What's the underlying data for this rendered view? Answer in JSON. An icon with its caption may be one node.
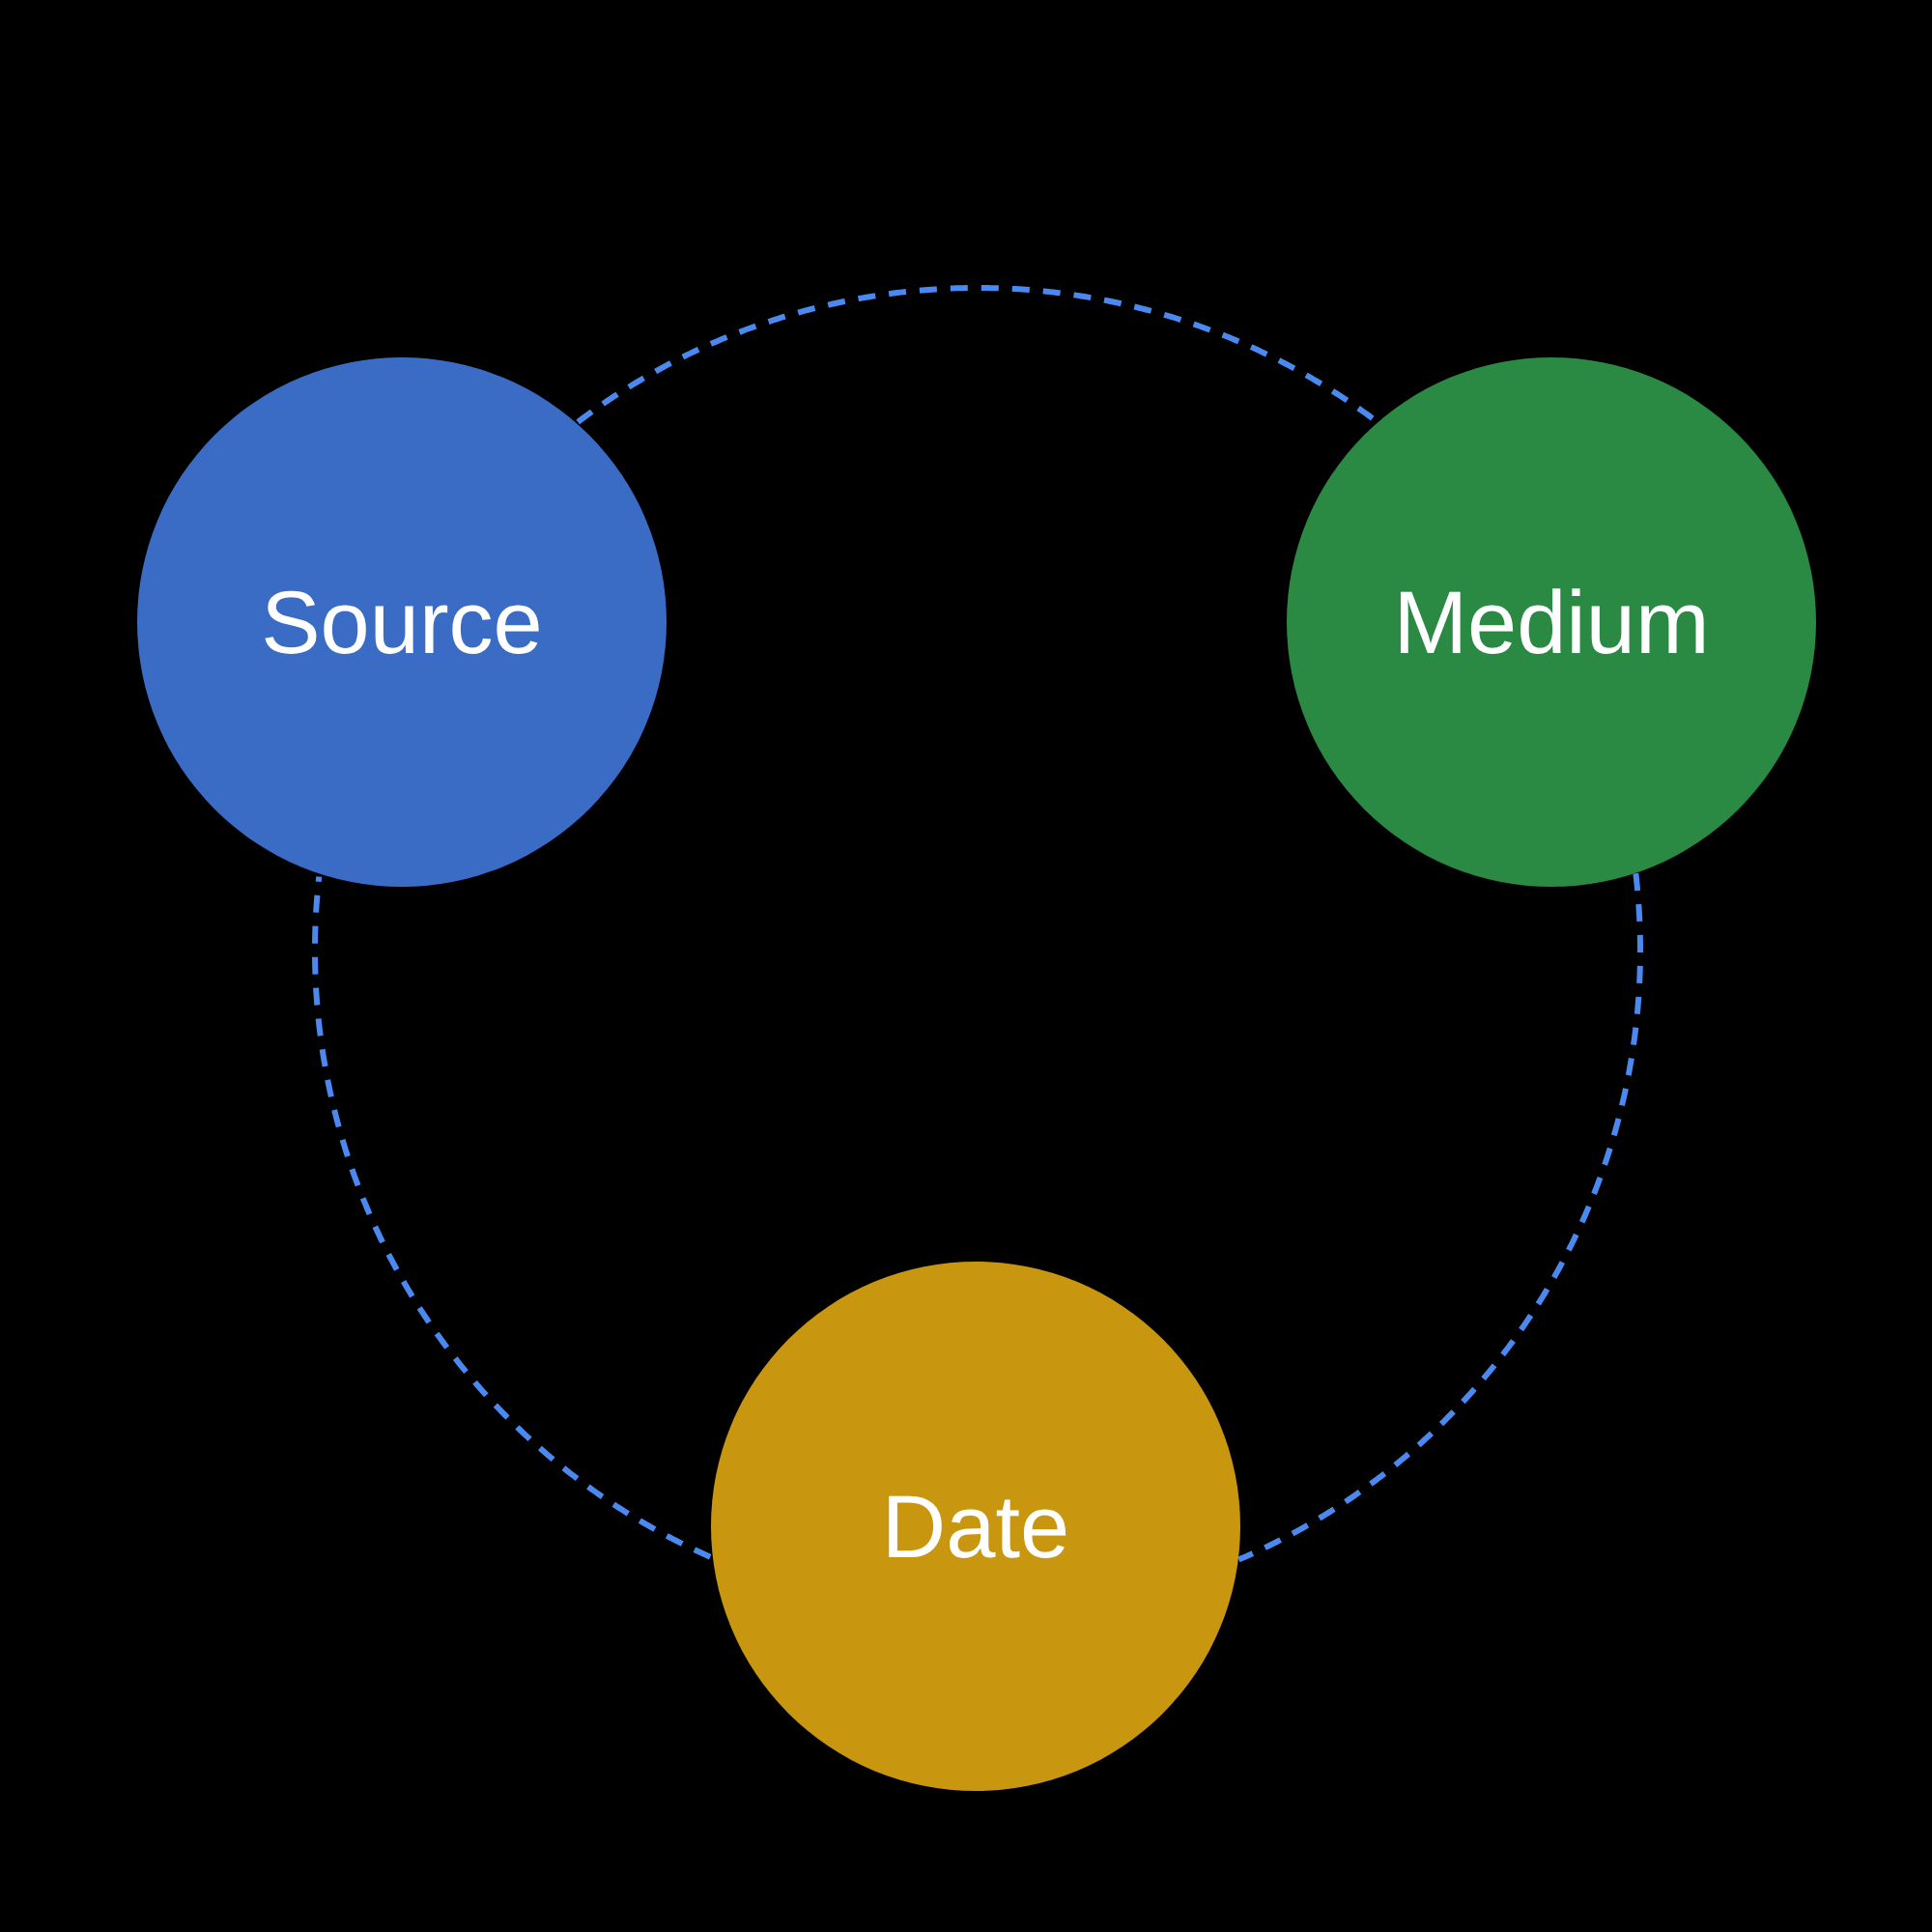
{
  "diagram": {
    "nodes": [
      {
        "text": [
          "Source"
        ]
      },
      {
        "text": [
          "Medium"
        ]
      },
      {
        "text": [
          "Date"
        ]
      }
    ],
    "edges": [
      {
        "from": 0,
        "to": 1,
        "arrow": "none",
        "style": "dashed"
      },
      {
        "from": 1,
        "to": 2,
        "arrow": "none",
        "style": "dashed"
      },
      {
        "from": 2,
        "to": 0,
        "arrow": "none",
        "style": "dashed"
      }
    ]
  }
}
